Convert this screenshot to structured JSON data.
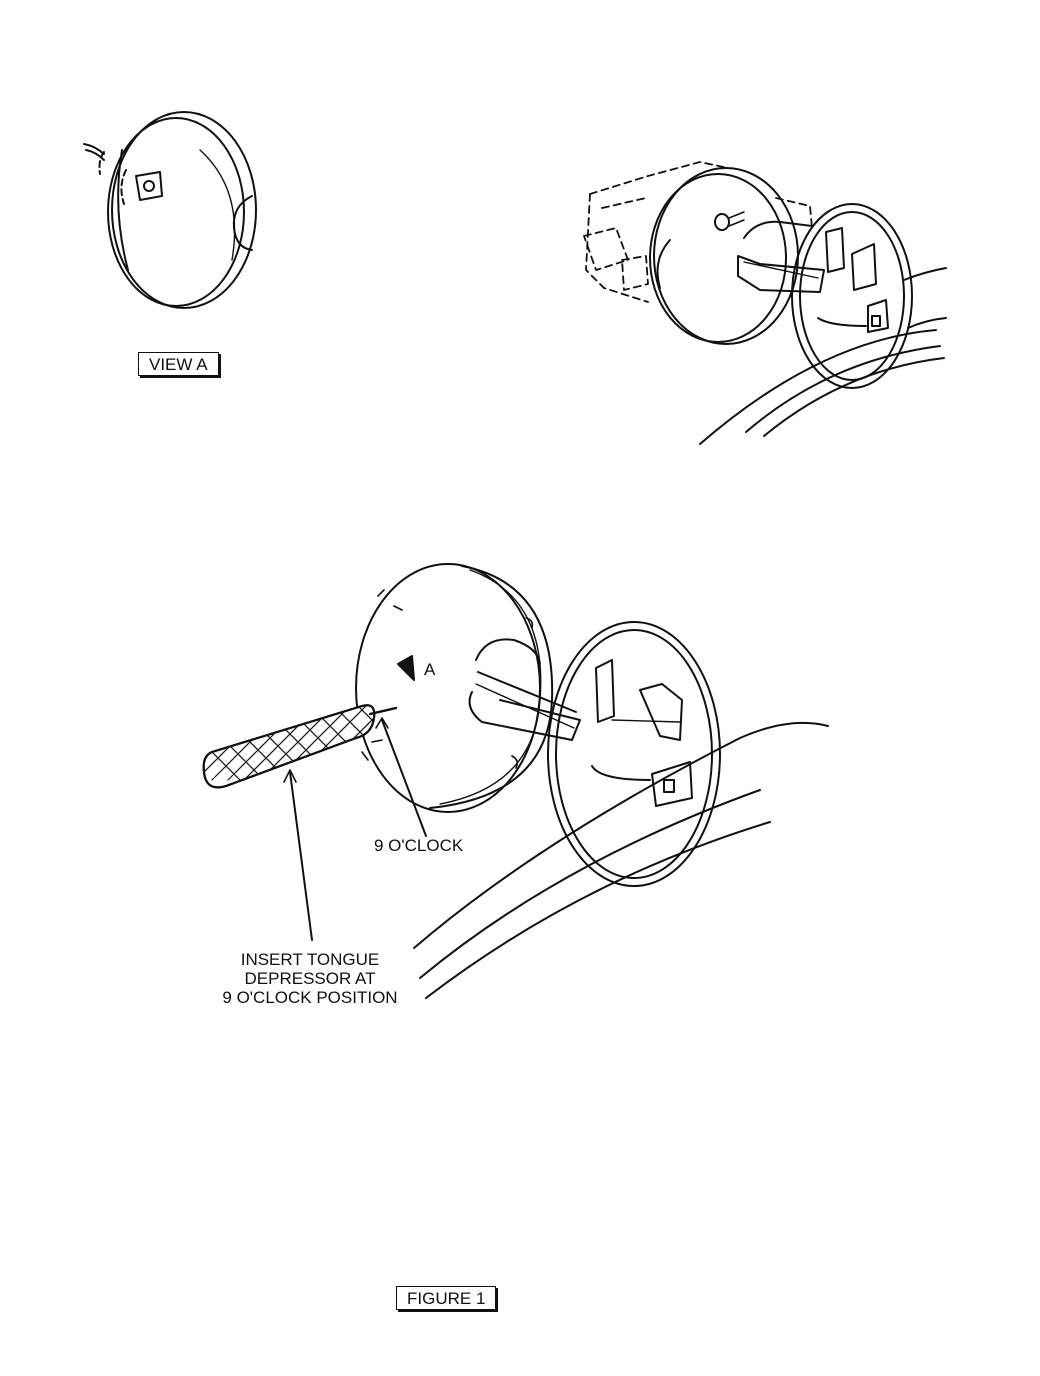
{
  "labels": {
    "view_a": "VIEW A",
    "nine_oclock": "9 O'CLOCK",
    "insert_line1": "INSERT TONGUE",
    "insert_line2": "DEPRESSOR AT",
    "insert_line3": "9 O'CLOCK POSITION",
    "figure": "FIGURE 1",
    "arrow_a": "A"
  }
}
